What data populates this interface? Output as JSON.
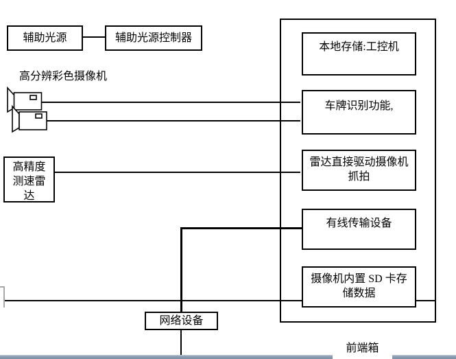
{
  "colors": {
    "line": "#000000",
    "muted_corner_line": "#a8a8a8",
    "status_bar": "#8c9cb0",
    "background": "#ffffff"
  },
  "aux_light": {
    "label": "辅助光源"
  },
  "aux_controller": {
    "label": "辅助光源控制器"
  },
  "camera": {
    "group_label": "高分辨彩色摄像机",
    "icon": "video-camera-icon",
    "count": 2
  },
  "radar": {
    "label": "高精度测速雷达"
  },
  "front_end_box": {
    "caption": "前端箱",
    "modules": [
      {
        "label": "本地存储:工控机"
      },
      {
        "label": "车牌识别功能,"
      },
      {
        "label": "雷达直接驱动摄像机抓拍"
      },
      {
        "label": "有线传输设备"
      },
      {
        "label": "摄像机内置 SD 卡存储数据"
      }
    ]
  },
  "network": {
    "label": "网络设备"
  }
}
